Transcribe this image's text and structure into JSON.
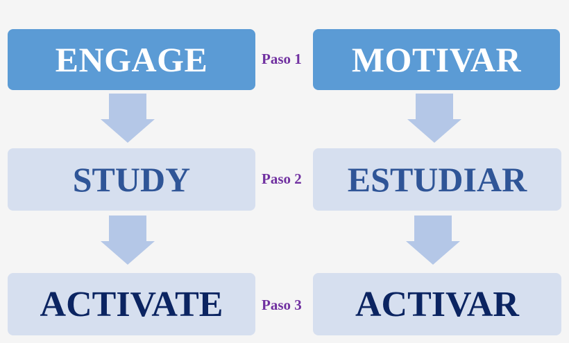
{
  "colors": {
    "background": "#f5f5f5",
    "row1_fill": "#5b9bd5",
    "row1_text": "#ffffff",
    "row_light_fill": "#d6dfef",
    "row2_text": "#2f5597",
    "row3_text": "#0b2461",
    "arrow": "#b4c7e7",
    "step_label": "#7030a0"
  },
  "left_column": {
    "items": [
      {
        "label": "ENGAGE"
      },
      {
        "label": "STUDY"
      },
      {
        "label": "ACTIVATE"
      }
    ]
  },
  "right_column": {
    "items": [
      {
        "label": "MOTIVAR"
      },
      {
        "label": "ESTUDIAR"
      },
      {
        "label": "ACTIVAR"
      }
    ]
  },
  "steps": [
    {
      "label": "Paso 1"
    },
    {
      "label": "Paso 2"
    },
    {
      "label": "Paso 3"
    }
  ],
  "arrows": [
    {
      "icon": "down-arrow-icon"
    },
    {
      "icon": "down-arrow-icon"
    }
  ]
}
